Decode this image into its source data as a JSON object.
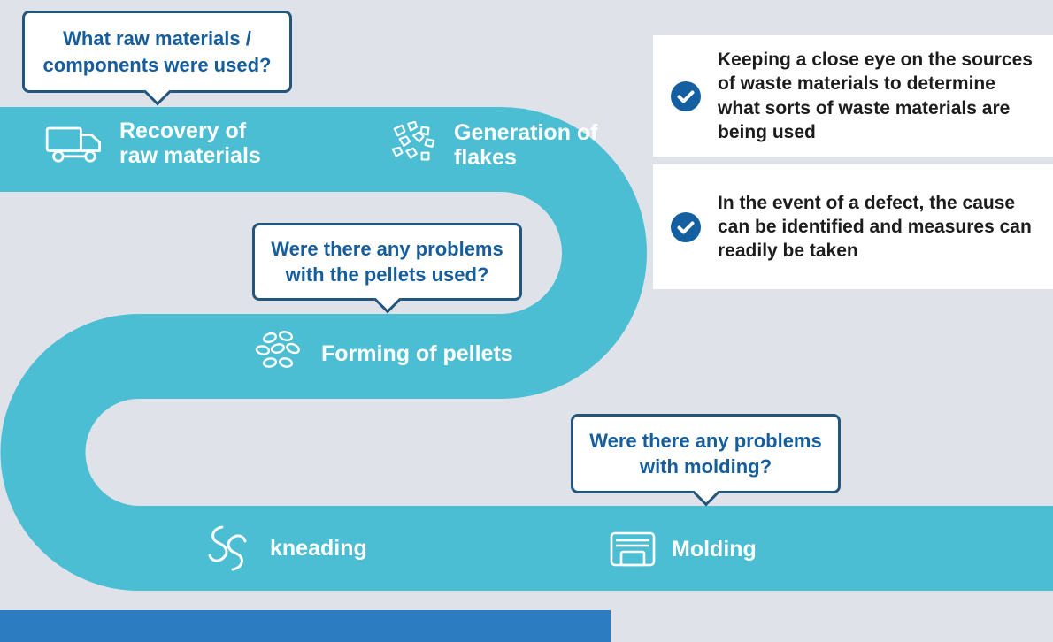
{
  "colors": {
    "background": "#dfe3e9",
    "band_teal": "#4cbed4",
    "bottom_bar_blue": "#2b7cc0",
    "bubble_border": "#24557d",
    "bubble_text": "#155d9c",
    "check_circle": "#135fa0",
    "note_text": "#1c1c1c",
    "step_text": "#ffffff"
  },
  "bubbles": [
    {
      "text": "What raw materials / components were used?"
    },
    {
      "text": "Were there any problems with the pellets used?"
    },
    {
      "text": "Were there any problems with molding?"
    }
  ],
  "steps": [
    {
      "label": "Recovery of raw materials",
      "icon": "truck-icon"
    },
    {
      "label": "Generation of flakes",
      "icon": "flakes-icon"
    },
    {
      "label": "Forming of pellets",
      "icon": "pellets-icon"
    },
    {
      "label": "kneading",
      "icon": "kneading-icon"
    },
    {
      "label": "Molding",
      "icon": "molding-icon"
    }
  ],
  "notes": [
    {
      "icon": "check-icon",
      "text": "Keeping a close eye on the sources of waste materials to determine what sorts of waste materials are being used"
    },
    {
      "icon": "check-icon",
      "text": "In the event of a defect, the cause can be identified and measures can readily be taken"
    }
  ]
}
